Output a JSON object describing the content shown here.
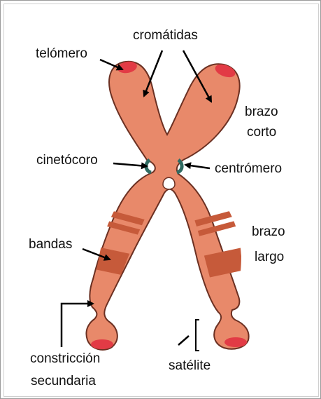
{
  "labels": {
    "cromatidas": "cromátidas",
    "telomero": "telómero",
    "brazo_corto_1": "brazo",
    "brazo_corto_2": "corto",
    "cinetocoro": "cinetócoro",
    "centromero": "centrómero",
    "bandas": "bandas",
    "brazo_largo_1": "brazo",
    "brazo_largo_2": "largo",
    "constriccion_1": "constricción",
    "constriccion_2": "secundaria",
    "satelite": "satélite"
  },
  "colors": {
    "body": "#e8896a",
    "outline": "#6b3022",
    "band": "#c65a3a",
    "telomere": "#e23b45",
    "kinetochore": "#2f6b62"
  }
}
